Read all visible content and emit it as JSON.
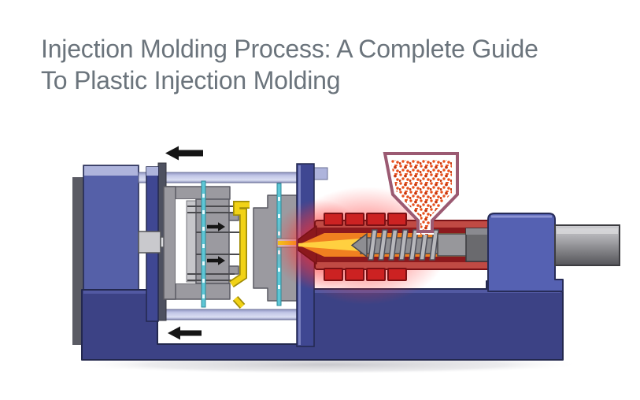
{
  "page": {
    "background_color": "#ffffff",
    "heading": {
      "lines": [
        "Injection Molding Process: A Complete Guide",
        "To Plastic Injection Molding"
      ],
      "full_text": "Injection Molding Process: A Complete Guide To Plastic Injection Molding"
    }
  },
  "figure": {
    "alt": "Cutaway diagram of a plastic injection molding machine: clamping unit and mold on the left, heated barrel with reciprocating screw, pellet hopper and drive cylinder on the right, all mounted on a navy machine base",
    "arrows": [
      {
        "name": "mold-open-direction-top-arrow",
        "direction": "left"
      },
      {
        "name": "mold-open-direction-bottom-arrow",
        "direction": "left"
      },
      {
        "name": "ejector-rod-arrow",
        "direction": "right"
      },
      {
        "name": "ejector-pins-upper-arrow",
        "direction": "right"
      },
      {
        "name": "ejector-pins-lower-arrow",
        "direction": "right"
      }
    ],
    "colors": {
      "title_gray": "#6b747c",
      "base_navy": "#3c4285",
      "base_border": "#23284e",
      "base_highlight": "#5a62ac",
      "block_blue": "#5560a8",
      "cap_lavender": "#aeb4dc",
      "strip_gray": "#5a5b64",
      "platen_navy": "#3f4792",
      "platen_back": "#4e5160",
      "platen_highlight": "#7b82c0",
      "tie_bar_dark": "#6a6f96",
      "mold_gray": "#9b9aa0",
      "mold_border": "#5a5a62",
      "ejector_gray": "#c6c6ca",
      "pin_cyan": "#5ec7d6",
      "pin_cyan_dark": "#2e8a98",
      "rod_gray": "#c9c9cd",
      "part_yellow": "#f1d216",
      "part_outline": "#a08c08",
      "casing_red": "#c04a44",
      "casing_border": "#7a1216",
      "barrel_maroon": "#8c191d",
      "melt_orange": "#f08020",
      "melt_yellow": "#ffd040",
      "heater_red": "#cc2222",
      "heater_border": "#7c1014",
      "glow_red": "#ff3333",
      "hopper_outline": "#9b5a72",
      "pellet_orange": "#e8521e",
      "pellet_dark": "#c8380e",
      "carriage_blue": "#5561b2",
      "carriage_border": "#272c58",
      "metal_gray": "#8e8e92",
      "metal_dark": "#4a4a4e",
      "flight_gray": "#b8b8bc",
      "arrow_black": "#151515",
      "shadow_gray": "#c9c9ce"
    }
  }
}
